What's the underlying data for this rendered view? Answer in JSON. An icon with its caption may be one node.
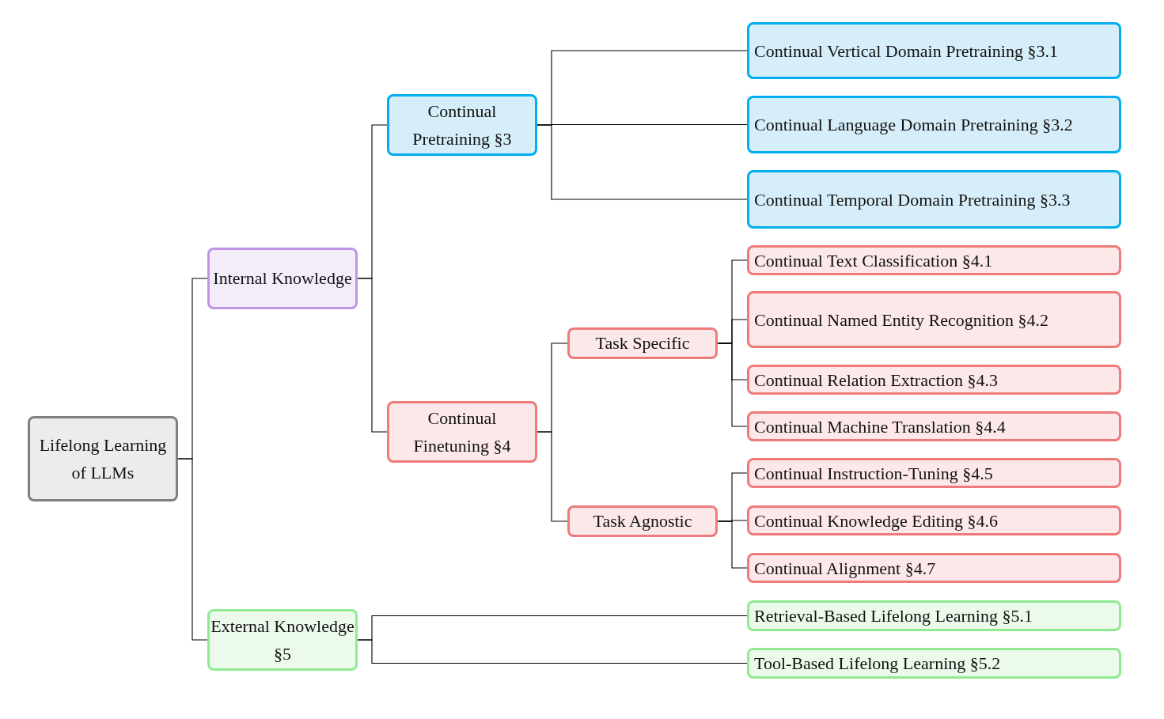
{
  "diagram": {
    "nodes": [
      {
        "text": [
          "Lifelong Learning of LLMs"
        ]
      },
      {
        "text": [
          "Internal Knowledge"
        ]
      },
      {
        "text": [
          "Continual Pretraining §3"
        ]
      },
      {
        "text": [
          "Continual Vertical Domain Pretraining §3.1"
        ]
      },
      {
        "text": [
          "Continual Language Domain Pretraining §3.2"
        ]
      },
      {
        "text": [
          "Continual Temporal Domain Pretraining §3.3"
        ]
      },
      {
        "text": [
          "Continual Finetuning §4"
        ]
      },
      {
        "text": [
          "Task Specific"
        ]
      },
      {
        "text": [
          "Continual Text Classification §4.1"
        ]
      },
      {
        "text": [
          "Continual Named Entity Recognition §4.2"
        ]
      },
      {
        "text": [
          "Continual Relation Extraction §4.3"
        ]
      },
      {
        "text": [
          "Continual Machine Translation §4.4"
        ]
      },
      {
        "text": [
          "Task Agnostic"
        ]
      },
      {
        "text": [
          "Continual Instruction-Tuning §4.5"
        ]
      },
      {
        "text": [
          "Continual Knowledge Editing §4.6"
        ]
      },
      {
        "text": [
          "Continual Alignment §4.7"
        ]
      },
      {
        "text": [
          "External Knowledge §5"
        ]
      },
      {
        "text": [
          "Retrieval-Based Lifelong Learning §5.1"
        ]
      },
      {
        "text": [
          "Tool-Based Lifelong Learning §5.2"
        ]
      }
    ],
    "edges": [
      {
        "from": 0,
        "to": 1,
        "arrow": "none"
      },
      {
        "from": 0,
        "to": 16,
        "arrow": "none"
      },
      {
        "from": 1,
        "to": 2,
        "arrow": "none"
      },
      {
        "from": 1,
        "to": 6,
        "arrow": "none"
      },
      {
        "from": 2,
        "to": 3,
        "arrow": "none"
      },
      {
        "from": 2,
        "to": 4,
        "arrow": "none"
      },
      {
        "from": 2,
        "to": 5,
        "arrow": "none"
      },
      {
        "from": 6,
        "to": 7,
        "arrow": "none"
      },
      {
        "from": 6,
        "to": 12,
        "arrow": "none"
      },
      {
        "from": 7,
        "to": 8,
        "arrow": "none"
      },
      {
        "from": 7,
        "to": 9,
        "arrow": "none"
      },
      {
        "from": 7,
        "to": 10,
        "arrow": "none"
      },
      {
        "from": 7,
        "to": 11,
        "arrow": "none"
      },
      {
        "from": 12,
        "to": 13,
        "arrow": "none"
      },
      {
        "from": 12,
        "to": 14,
        "arrow": "none"
      },
      {
        "from": 12,
        "to": 15,
        "arrow": "none"
      },
      {
        "from": 16,
        "to": 17,
        "arrow": "none"
      },
      {
        "from": 16,
        "to": 18,
        "arrow": "none"
      }
    ]
  }
}
